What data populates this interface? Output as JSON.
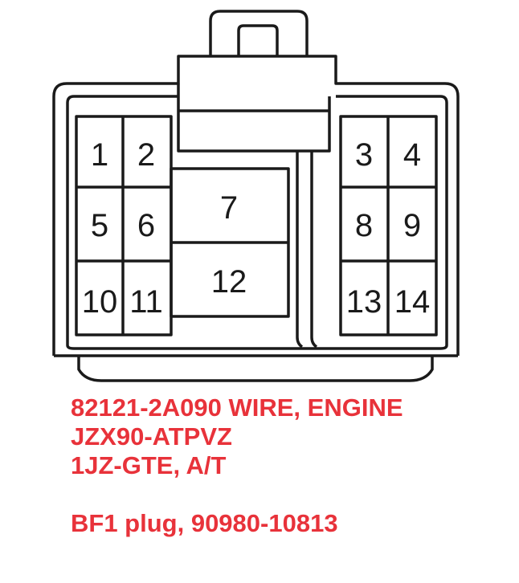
{
  "pins": {
    "p1": "1",
    "p2": "2",
    "p3": "3",
    "p4": "4",
    "p5": "5",
    "p6": "6",
    "p7": "7",
    "p8": "8",
    "p9": "9",
    "p10": "10",
    "p11": "11",
    "p12": "12",
    "p13": "13",
    "p14": "14"
  },
  "info": {
    "line1": "82121-2A090 WIRE, ENGINE",
    "line2": "JZX90-ATPVZ",
    "line3": "1JZ-GTE, A/T",
    "line4": "BF1 plug, 90980-10813"
  },
  "colors": {
    "text": "#e8323a",
    "outline": "#1a1a1a"
  }
}
